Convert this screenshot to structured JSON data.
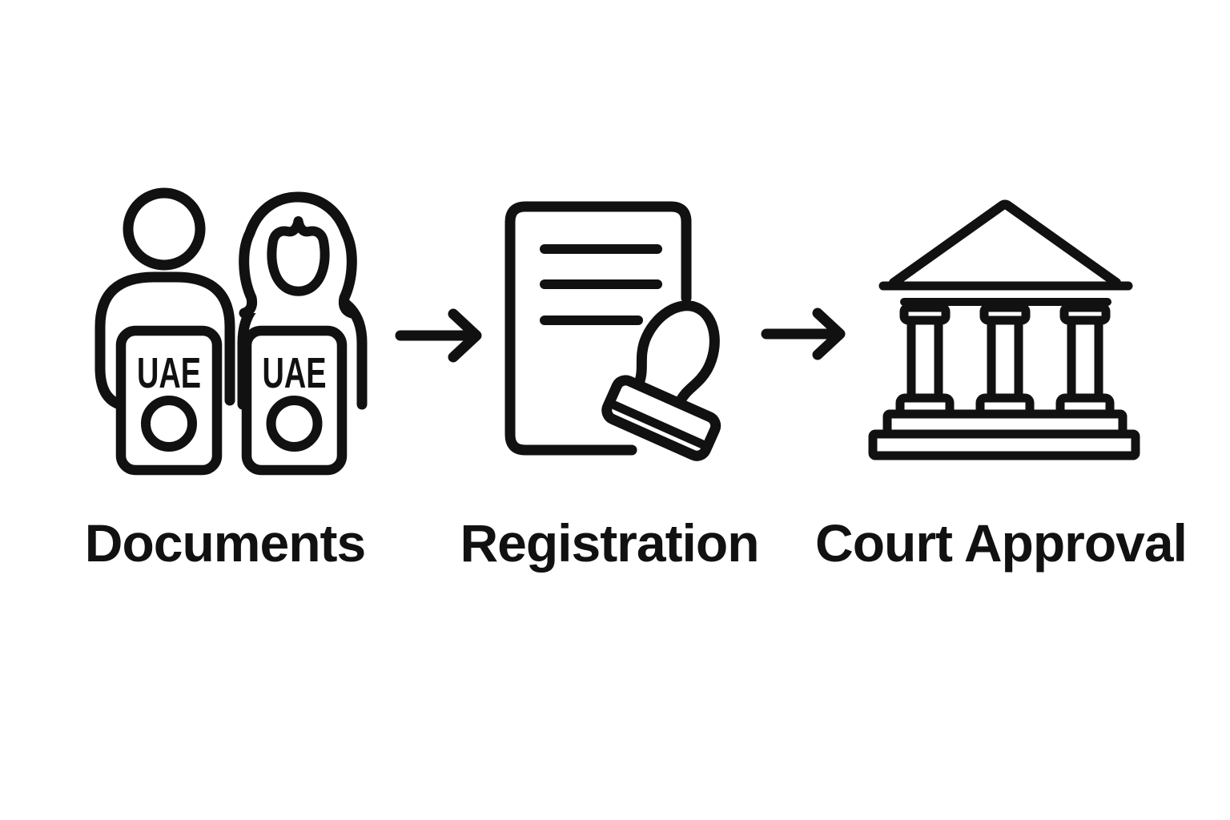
{
  "canvas": {
    "background_color": "#ffffff",
    "ink_color": "#111111"
  },
  "process": {
    "steps": [
      {
        "label": "Documents",
        "icon": "couple-holding-uae-id-documents-icon",
        "card_text": "UAE"
      },
      {
        "label": "Registration",
        "icon": "document-with-stamp-icon"
      },
      {
        "label": "Court Approval",
        "icon": "courthouse-icon"
      }
    ],
    "connectors": [
      {
        "icon": "arrow-right-icon"
      },
      {
        "icon": "arrow-right-icon"
      }
    ]
  }
}
